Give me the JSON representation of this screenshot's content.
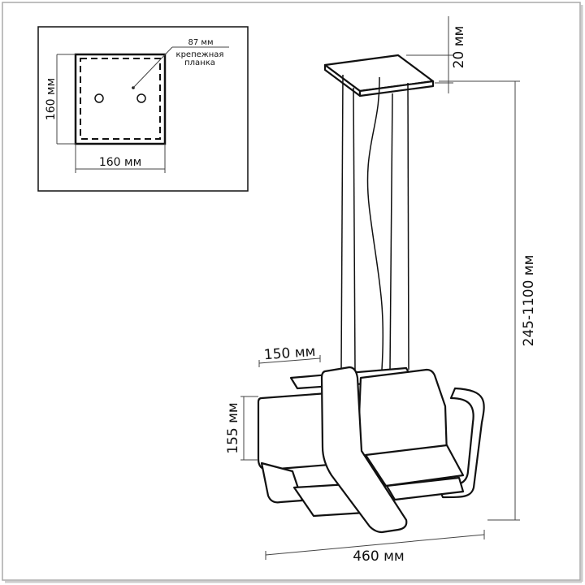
{
  "mount_plate_inset": {
    "depth_label": "87 мм",
    "callout_line1": "крепежная",
    "callout_line2": "планка",
    "height_label": "160 мм",
    "width_label": "160 мм"
  },
  "lamp_dimensions": {
    "canopy_height": "20 мм",
    "overall_height": "245-1100 мм",
    "shade_depth": "150 мм",
    "shade_height": "155 мм",
    "overall_width": "460 мм"
  }
}
